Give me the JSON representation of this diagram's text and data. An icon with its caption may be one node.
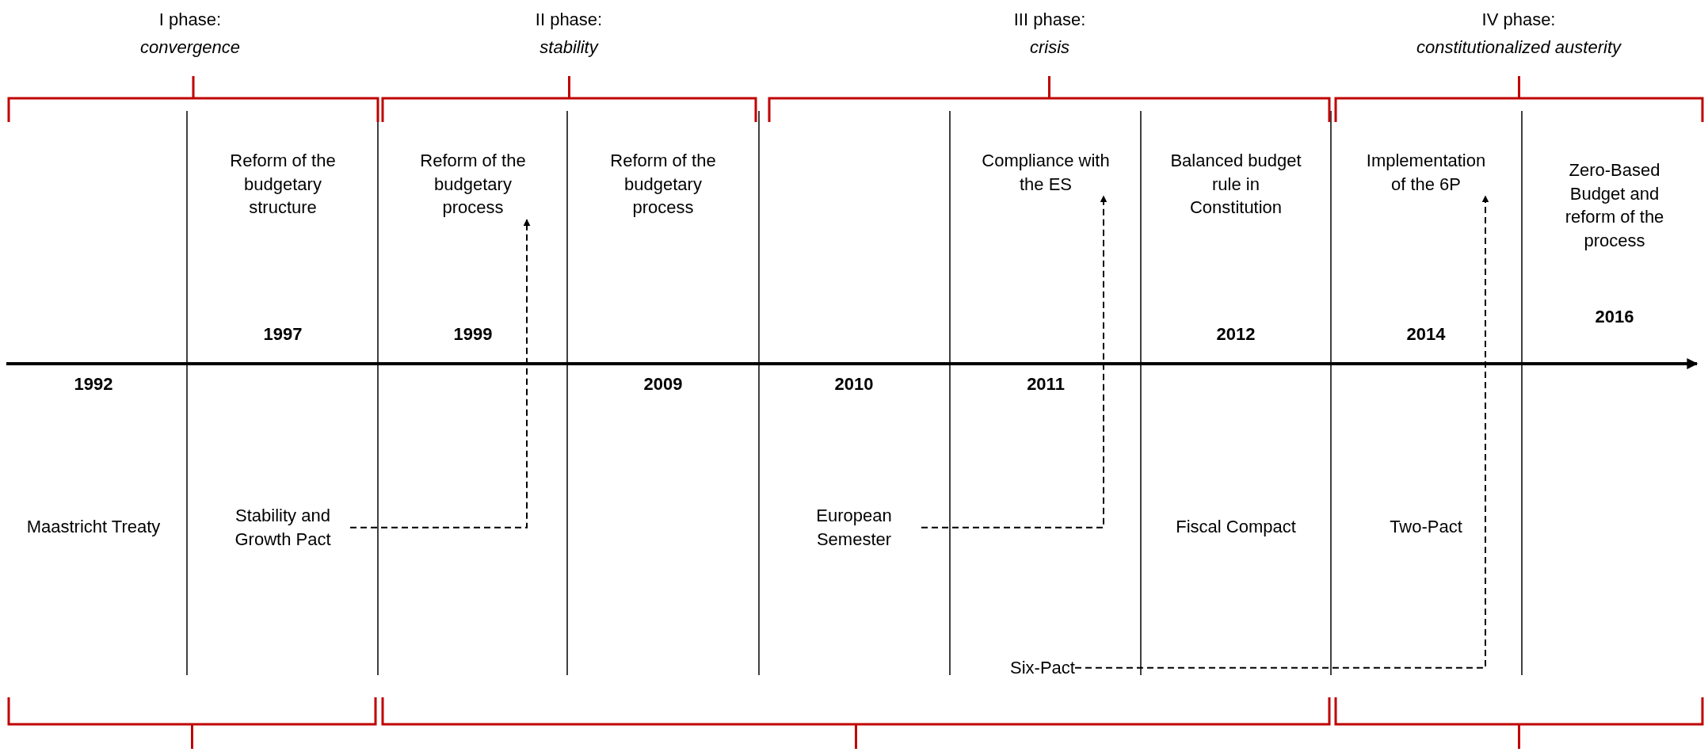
{
  "diagram": {
    "nodes": [
      {
        "text": [
          "Reform of the budgetary process"
        ]
      },
      {
        "text": [
          "Compliance with the ES"
        ]
      },
      {
        "text": [
          "Implementation of the 6P"
        ]
      },
      {
        "text": [
          "Stability and Growth Pact"
        ]
      },
      {
        "text": [
          "European Semester"
        ]
      },
      {
        "text": [
          "Six-Pact"
        ]
      }
    ],
    "edges": [
      {
        "from": 3,
        "to": 0,
        "arrow": "to",
        "style": "dashed"
      },
      {
        "from": 4,
        "to": 1,
        "arrow": "to",
        "style": "dashed"
      },
      {
        "from": 5,
        "to": 2,
        "arrow": "to",
        "style": "dashed"
      }
    ],
    "labels": [
      "I phase:",
      "convergence",
      "II phase:",
      "stability",
      "III phase:",
      "crisis",
      "IV phase:",
      "constitutionalized austerity",
      "Reform of the budgetary structure",
      "Reform of the budgetary process",
      "Balanced budget rule in Constitution",
      "Zero-Based Budget and reform of the process",
      "2016",
      "1997",
      "1999",
      "2012",
      "2014",
      "1992",
      "2009",
      "2010",
      "2011",
      "Maastricht Treaty",
      "Fiscal Compact",
      "Two-Pact"
    ]
  }
}
